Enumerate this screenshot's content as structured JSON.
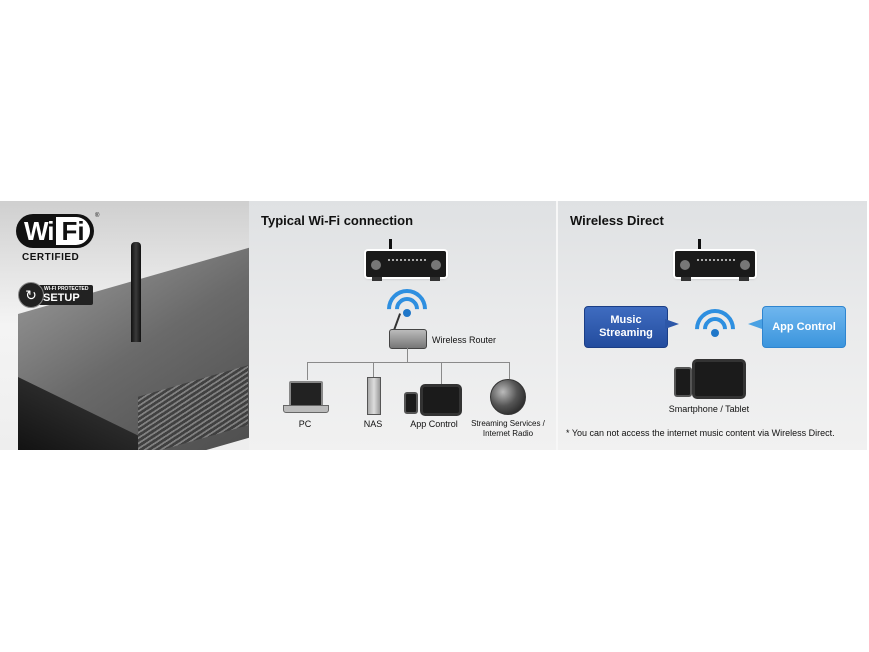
{
  "logos": {
    "wifi_wi": "Wi",
    "wifi_fi": "Fi",
    "wifi_tm": "®",
    "certified": "CERTIFIED",
    "wps_small": "WI-FI PROTECTED",
    "wps_setup": "SETUP"
  },
  "typical": {
    "title": "Typical Wi-Fi connection",
    "router_label": "Wireless Router",
    "devices": [
      {
        "label": "PC"
      },
      {
        "label": "NAS"
      },
      {
        "label": "App Control"
      },
      {
        "label_line1": "Streaming Services /",
        "label_line2": "Internet Radio"
      }
    ]
  },
  "direct": {
    "title": "Wireless Direct",
    "bubble_left_line1": "Music",
    "bubble_left_line2": "Streaming",
    "bubble_right": "App Control",
    "device_label": "Smartphone / Tablet",
    "note": "* You can not access the internet music content via Wireless Direct."
  },
  "colors": {
    "wifi_blue": "#2e8fe0",
    "bubble_dark": "#234c9e",
    "bubble_light": "#3b95dd"
  }
}
